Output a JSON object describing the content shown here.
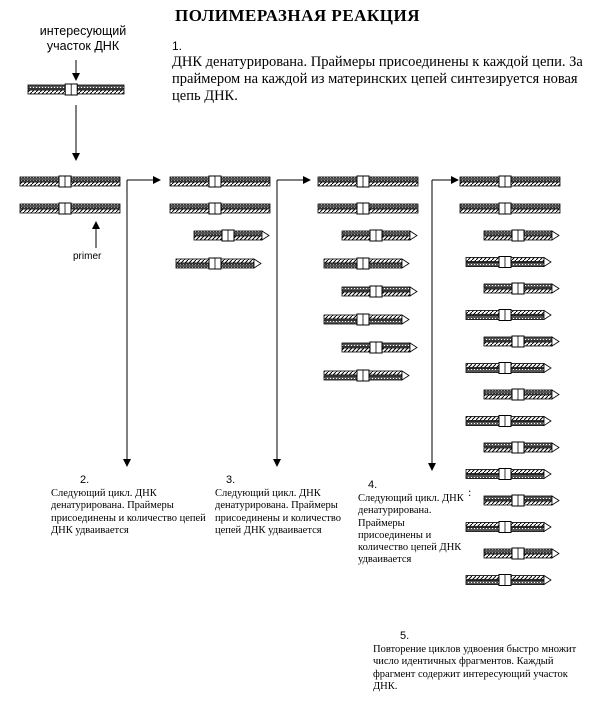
{
  "title": "ПОЛИМЕРАЗНАЯ РЕАКЦИЯ",
  "region_label": "интересующий участок ДНК",
  "primer_label": "primer",
  "separator": ":",
  "steps": [
    {
      "number": "1.",
      "text": "ДНК денатурирована. Праймеры присоединены к каждой цепи. За праймером на каждой из материнских цепей синтезируется новая цепь ДНК."
    },
    {
      "number": "2.",
      "text": "Следующий цикл. ДНК денатурирована. Праймеры присоединены и количество цепей ДНК удваивается"
    },
    {
      "number": "3.",
      "text": "Следующий цикл. ДНК денатурирована. Праймеры присоединены и количество цепей ДНК удваивается"
    },
    {
      "number": "4.",
      "text": "Следующий цикл. ДНК денатурирована. Праймеры присоединены и количество цепей ДНК удваивается"
    },
    {
      "number": "5.",
      "text": "Повторение циклов удвоения быстро множит число идентичных фрагментов. Каждый фрагмент содержит интересующий участок ДНК."
    }
  ],
  "cycles": [
    {
      "parent_strands": 2,
      "new_strands": 0
    },
    {
      "parent_strands": 2,
      "new_strands": 2
    },
    {
      "parent_strands": 2,
      "new_strands": 6
    },
    {
      "parent_strands": 2,
      "new_strands": 14
    }
  ]
}
